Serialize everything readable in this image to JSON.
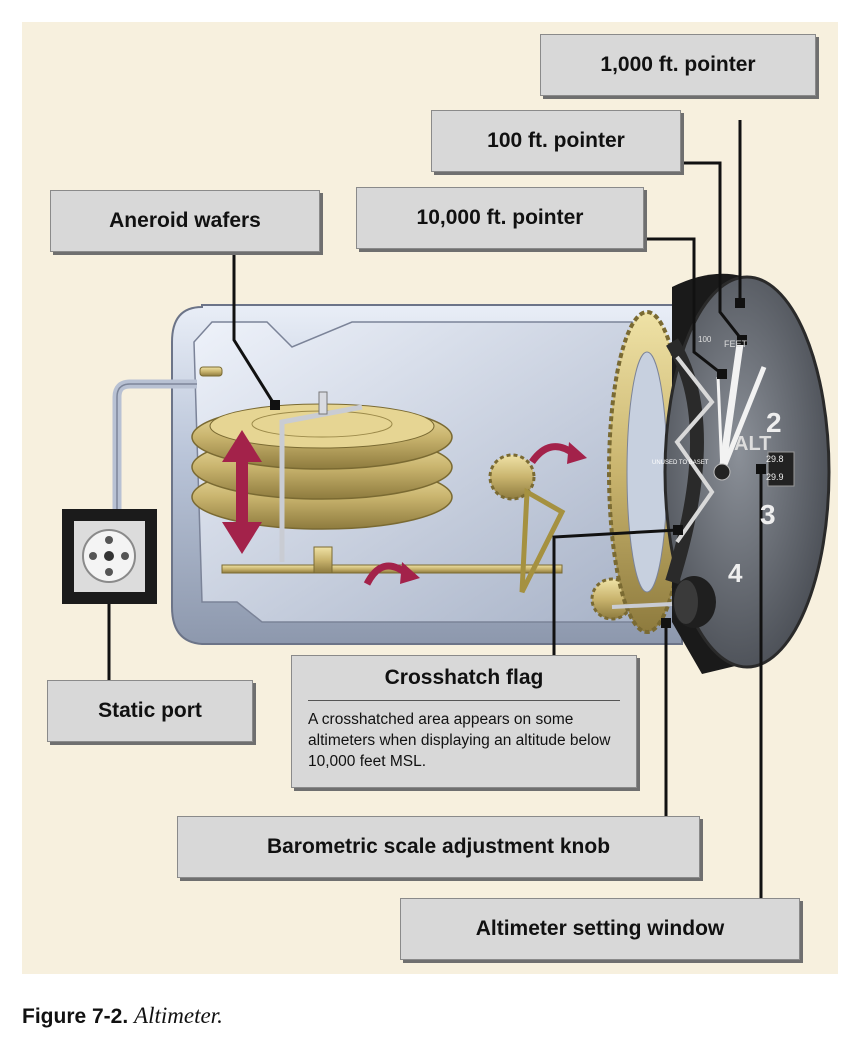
{
  "labels": {
    "pointer_1000": "1,000 ft. pointer",
    "pointer_100": "100 ft. pointer",
    "pointer_10000": "10,000 ft. pointer",
    "aneroid_wafers": "Aneroid wafers",
    "static_port": "Static port",
    "barometric_knob": "Barometric scale adjustment knob",
    "altimeter_window": "Altimeter setting window"
  },
  "crosshatch_flag": {
    "title": "Crosshatch flag",
    "description": "A crosshatched area appears on some altimeters when displaying an altitude below 10,000 feet MSL."
  },
  "dial": {
    "numerals": [
      "2",
      "3",
      "4"
    ],
    "window_values": [
      "29.8",
      "29.9"
    ],
    "feet_text": "FEET",
    "alt_text": "ALT",
    "hundred_text": "100",
    "unused_text": "UNUSED TO BASET"
  },
  "caption": {
    "figure_number": "Figure 7-2.",
    "figure_title": "Altimeter."
  },
  "colors": {
    "background": "#f7f0de",
    "label_fill": "#d8d8d8",
    "housing": "#c9d3e4",
    "wafer_gold": "#c9b46e",
    "arrow_red": "#a3224a",
    "dial_face": "#666b73"
  }
}
